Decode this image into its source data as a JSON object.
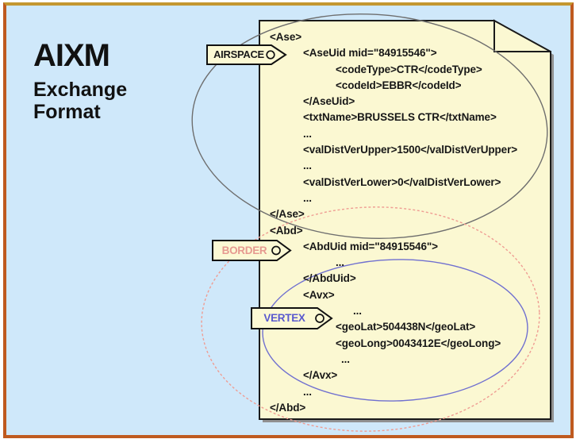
{
  "frame": {
    "background_color": "#cfe8fa",
    "border_color": "#bf5a1f",
    "border_top_color": "#c49730"
  },
  "title": {
    "heading": "AIXM",
    "subtitle": [
      "Exchange",
      "Format"
    ]
  },
  "xml_document": {
    "fill_color": "#fbf8d2",
    "border_color": "#1a1a1a",
    "shadow_color": "#919191",
    "lines": [
      {
        "text": "<Ase>",
        "indent": 0
      },
      {
        "text": "<AseUid mid=\"84915546\">",
        "indent": 1
      },
      {
        "text": "<codeType>CTR</codeType>",
        "indent": 2
      },
      {
        "text": "<codeId>EBBR</codeId>",
        "indent": 2
      },
      {
        "text": "</AseUid>",
        "indent": 1
      },
      {
        "text": "<txtName>BRUSSELS CTR</txtName>",
        "indent": 1
      },
      {
        "text": "...",
        "indent": 1
      },
      {
        "text": "<valDistVerUpper>1500</valDistVerUpper>",
        "indent": 1
      },
      {
        "text": "...",
        "indent": 1
      },
      {
        "text": "<valDistVerLower>0</valDistVerLower>",
        "indent": 1
      },
      {
        "text": "...",
        "indent": 1
      },
      {
        "text": "</Ase>",
        "indent": 0
      },
      {
        "text": "<Abd>",
        "indent": 0
      },
      {
        "text": "<AbdUid mid=\"84915546\">",
        "indent": 1
      },
      {
        "text": "...",
        "indent": 2
      },
      {
        "text": "</AbdUid>",
        "indent": 1
      },
      {
        "text": "<Avx>",
        "indent": 1
      },
      {
        "text": "...",
        "indent": 3
      },
      {
        "text": "<geoLat>504438N</geoLat>",
        "indent": 2
      },
      {
        "text": "<geoLong>0043412E</geoLong>",
        "indent": 2
      },
      {
        "text": "...",
        "indent": 2
      },
      {
        "text": "</Avx>",
        "indent": 1
      },
      {
        "text": "...",
        "indent": 1
      },
      {
        "text": "</Abd>",
        "indent": 0
      }
    ]
  },
  "callouts": [
    {
      "label": "AIRSPACE",
      "text_color": "#1a1a1a",
      "fill_color": "#fcf9d4"
    },
    {
      "label": "BORDER",
      "text_color": "#e69a90",
      "fill_color": "#fcf9d4"
    },
    {
      "label": "VERTEX",
      "text_color": "#5a5ace",
      "fill_color": "#fcf9d4"
    }
  ],
  "ellipses": [
    {
      "name": "airspace-region",
      "color": "#6e6e6e",
      "style": "solid"
    },
    {
      "name": "border-region",
      "color": "#ef9d93",
      "style": "dotted"
    },
    {
      "name": "vertex-region",
      "color": "#7070d0",
      "style": "solid"
    }
  ]
}
